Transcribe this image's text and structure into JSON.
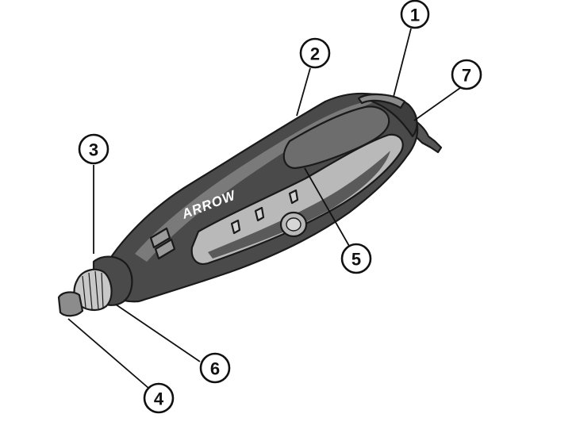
{
  "tool": {
    "brand_label": "ARROW",
    "colors": {
      "body_dark": "#4a4a4a",
      "body_mid": "#6d6d6d",
      "panel_light": "#b9b9b9",
      "outline": "#1a1a1a"
    }
  },
  "callouts": [
    "1",
    "2",
    "3",
    "4",
    "5",
    "6",
    "7"
  ]
}
